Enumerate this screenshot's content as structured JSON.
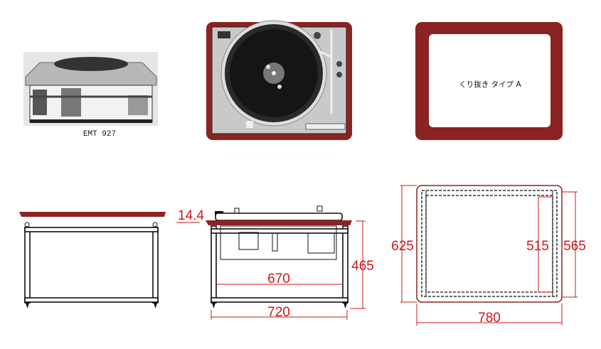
{
  "photo": {
    "caption": "EMT 927"
  },
  "cutout": {
    "label": "くり抜き タイプ A"
  },
  "dimensions": {
    "board_thickness": "14.4",
    "inner_width": "670",
    "outer_width": "720",
    "height": "465",
    "depth_total": "625",
    "depth_frame": "565",
    "depth_inner": "515",
    "width_total": "780"
  },
  "colors": {
    "board": "#8b2323",
    "dimension": "#d01818"
  }
}
